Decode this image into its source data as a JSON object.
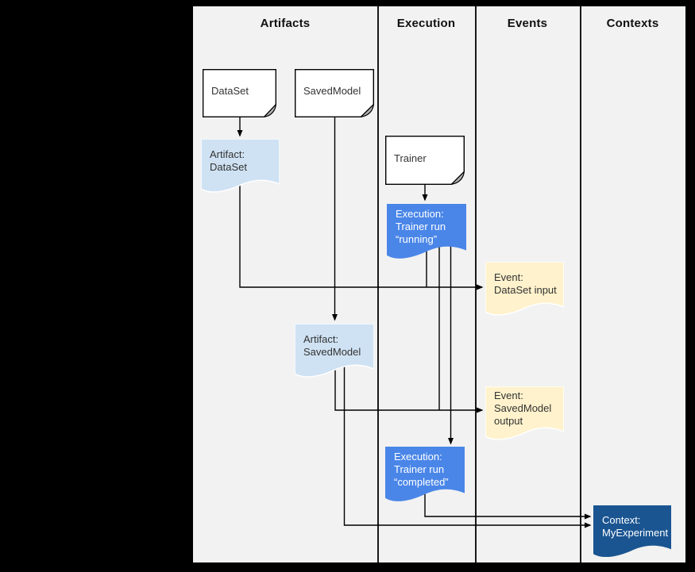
{
  "columns": [
    {
      "label": "Artifacts"
    },
    {
      "label": "Execution"
    },
    {
      "label": "Events"
    },
    {
      "label": "Contexts"
    }
  ],
  "nodes": {
    "dataset": {
      "label": "DataSet"
    },
    "savedmodel": {
      "label": "SavedModel"
    },
    "trainer": {
      "label": "Trainer"
    },
    "artifact_dataset": {
      "label": "Artifact:\nDataSet"
    },
    "execution_running": {
      "label": "Execution:\nTrainer run\n“running”"
    },
    "event_dataset_input": {
      "label": "Event:\nDataSet input"
    },
    "artifact_savedmodel": {
      "label": "Artifact:\nSavedModel"
    },
    "event_savedmodel_output": {
      "label": "Event:\nSavedModel\noutput"
    },
    "execution_completed": {
      "label": "Execution:\nTrainer run\n“completed”"
    },
    "context_myexperiment": {
      "label": "Context:\nMyExperiment"
    }
  },
  "colors": {
    "card_fill": "#ffffff",
    "card_stroke": "#000000",
    "fold_fill": "#b3b3b3",
    "artifact_fill": "#cfe2f3",
    "execution_fill": "#4a86e8",
    "event_fill": "#fff2cc",
    "context_fill": "#1a5591",
    "line": "#000000"
  }
}
